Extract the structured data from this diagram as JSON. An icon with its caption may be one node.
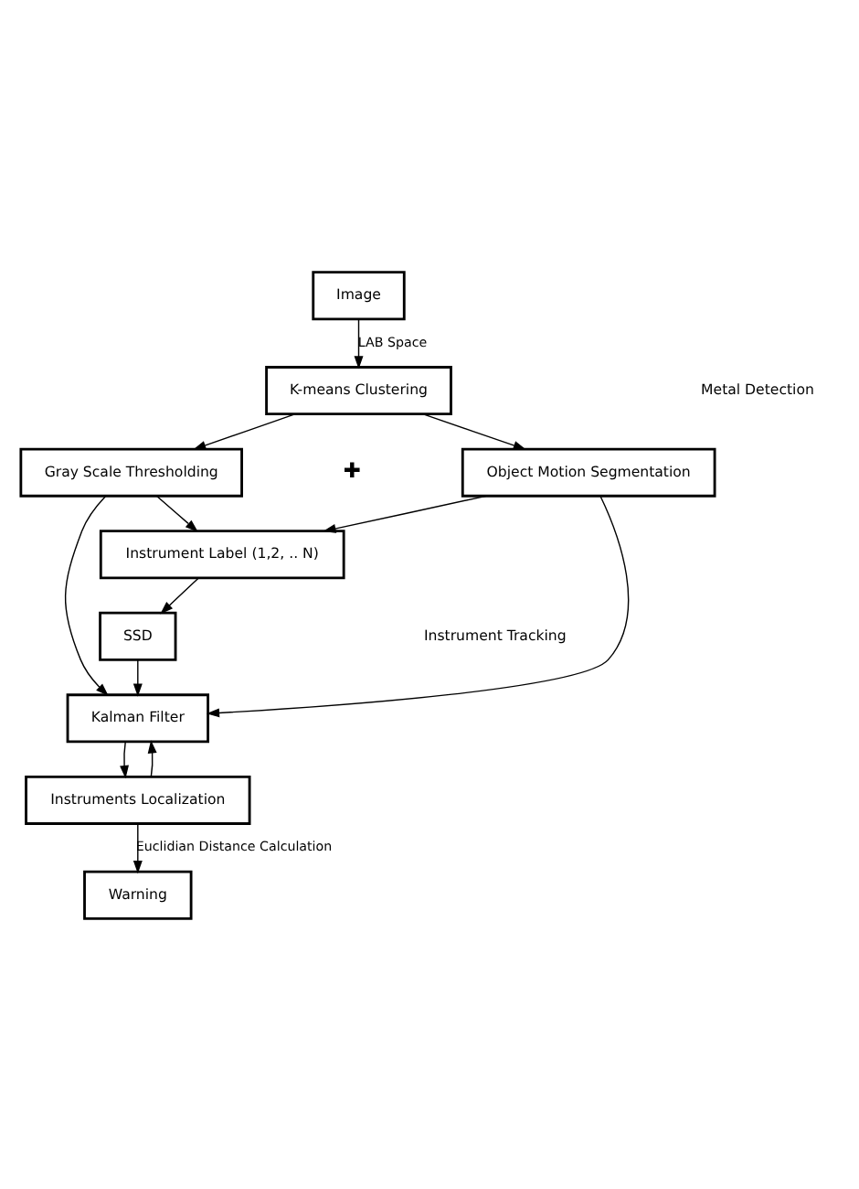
{
  "diagram": {
    "nodes": [
      {
        "text": [
          "Image"
        ]
      },
      {
        "text": [
          "K-means Clustering"
        ]
      },
      {
        "text": [
          "Gray Scale Thresholding"
        ]
      },
      {
        "text": [
          "Object Motion Segmentation"
        ]
      },
      {
        "text": [
          "Instrument Label (1,2, .. N)"
        ]
      },
      {
        "text": [
          "SSD"
        ]
      },
      {
        "text": [
          "Kalman Filter"
        ]
      },
      {
        "text": [
          "Instruments Localization"
        ]
      },
      {
        "text": [
          "Warning"
        ]
      }
    ],
    "edges": [
      {
        "from": 0,
        "to": 1,
        "arrow": "to",
        "label": "LAB Space"
      },
      {
        "from": 1,
        "to": 2,
        "arrow": "to"
      },
      {
        "from": 1,
        "to": 3,
        "arrow": "to"
      },
      {
        "from": 2,
        "to": 4,
        "arrow": "to"
      },
      {
        "from": 3,
        "to": 4,
        "arrow": "to"
      },
      {
        "from": 2,
        "to": 6,
        "arrow": "to"
      },
      {
        "from": 3,
        "to": 6,
        "arrow": "to"
      },
      {
        "from": 4,
        "to": 5,
        "arrow": "to"
      },
      {
        "from": 5,
        "to": 6,
        "arrow": "to"
      },
      {
        "from": 6,
        "to": 7,
        "arrow": "to"
      },
      {
        "from": 7,
        "to": 6,
        "arrow": "to"
      },
      {
        "from": 7,
        "to": 8,
        "arrow": "to",
        "label": "Euclidian Distance Calculation"
      }
    ],
    "labels": [
      "Metal Detection",
      "✚",
      "Instrument Tracking"
    ]
  }
}
